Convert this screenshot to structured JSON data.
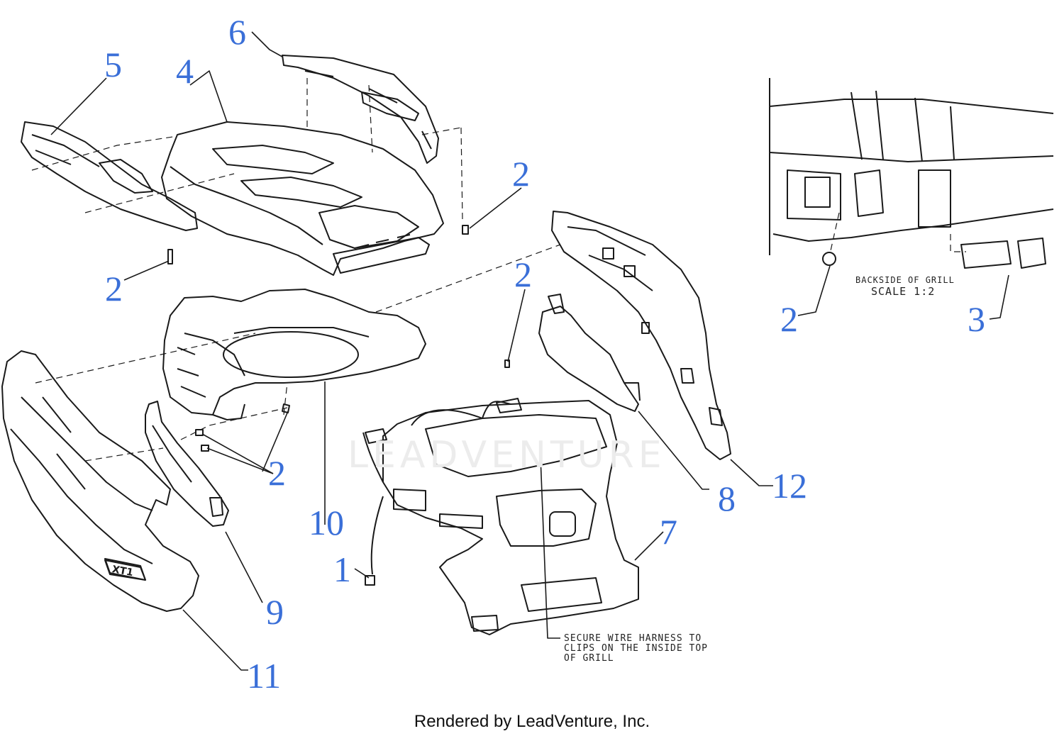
{
  "callouts": {
    "c1": "1",
    "c2a": "2",
    "c2b": "2",
    "c2c": "2",
    "c2d": "2",
    "c2e": "2",
    "c3": "3",
    "c4": "4",
    "c5": "5",
    "c6": "6",
    "c7": "7",
    "c8": "8",
    "c9": "9",
    "c10": "10",
    "c11": "11",
    "c12": "12"
  },
  "inset": {
    "caption_line1": "BACKSIDE OF GRILL",
    "caption_line2": "SCALE 1:2"
  },
  "note": {
    "line1": "SECURE WIRE HARNESS TO",
    "line2": "CLIPS ON THE INSIDE TOP",
    "line3": "OF GRILL"
  },
  "badge_text": "XT1",
  "watermark_text": "LEADVENTURE",
  "footer": "Rendered by LeadVenture, Inc.",
  "colors": {
    "callout": "#3a6fd8",
    "line": "#1a1a1a"
  }
}
